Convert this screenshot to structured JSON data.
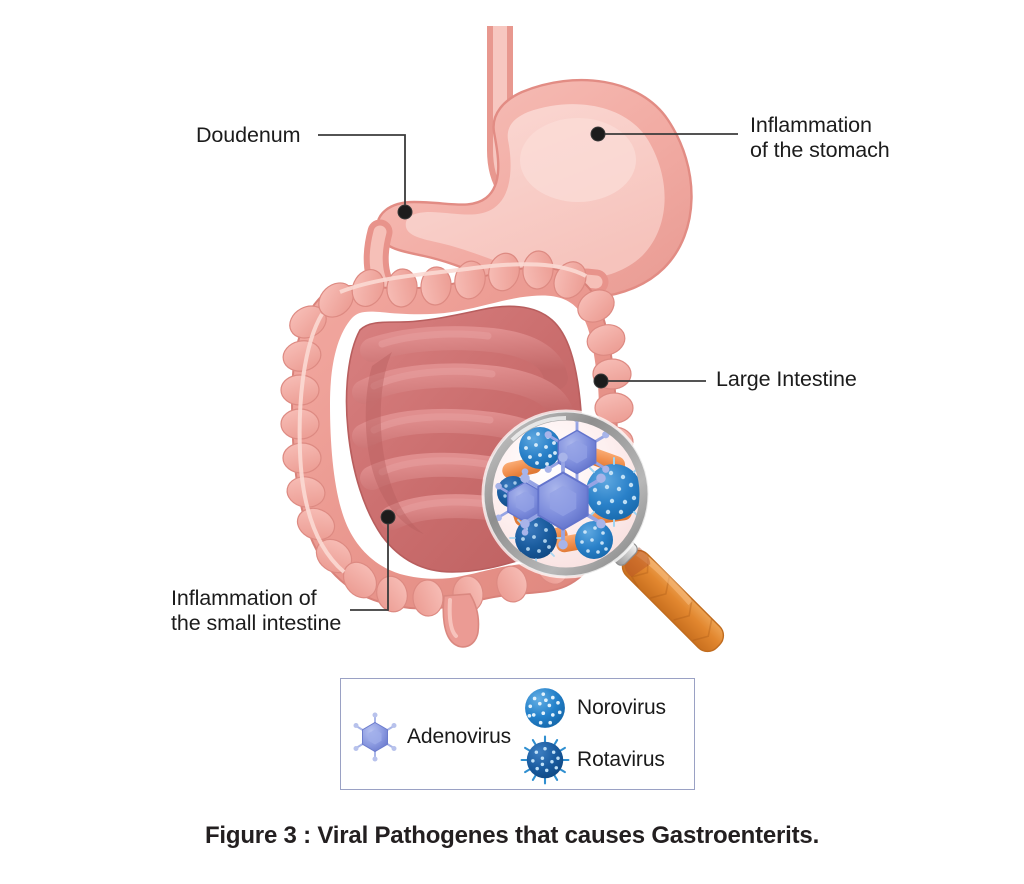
{
  "figure": {
    "caption": "Figure 3 : Viral Pathogenes that causes Gastroenterits.",
    "subject": "human digestive tract with magnifying glass on intestinal pathogens"
  },
  "callouts": [
    {
      "id": "duodenum",
      "label": "Doudenum",
      "marker_point": [
        405,
        212
      ],
      "leader": "right-then-down"
    },
    {
      "id": "stomach",
      "label": "Inflammation\nof the stomach",
      "marker_point": [
        598,
        134
      ],
      "leader": "horizontal"
    },
    {
      "id": "large-intestine",
      "label": "Large Intestine",
      "marker_point": [
        601,
        381
      ],
      "leader": "horizontal"
    },
    {
      "id": "small-intestine",
      "label": "Inflammation of\nthe small intestine",
      "marker_point": [
        388,
        517
      ],
      "leader": "down-then-left"
    }
  ],
  "legend": {
    "items": [
      {
        "id": "adenovirus",
        "label": "Adenovirus",
        "icon": "adenovirus-icon",
        "color": "#7b8ad8"
      },
      {
        "id": "norovirus",
        "label": "Norovirus",
        "icon": "norovirus-icon",
        "color": "#1e7fc8"
      },
      {
        "id": "rotavirus",
        "label": "Rotavirus",
        "icon": "rotavirus-icon",
        "color": "#1d5fa8"
      }
    ],
    "border_color": "#9aa1c4"
  },
  "anatomy": {
    "parts": [
      {
        "id": "esophagus",
        "name": "Esophagus",
        "color": "#f0a9a2"
      },
      {
        "id": "stomach",
        "name": "Stomach",
        "color": "#f4b3ad"
      },
      {
        "id": "duodenum",
        "name": "Duodenum",
        "color": "#f2aaa3"
      },
      {
        "id": "large-intestine",
        "name": "Large Intestine",
        "color": "#ea948c"
      },
      {
        "id": "small-intestine",
        "name": "Small Intestine",
        "color": "#cd7070"
      },
      {
        "id": "rectum",
        "name": "Rectum",
        "color": "#eb9b94"
      }
    ]
  },
  "magnifier": {
    "lens_fill": "#fdeeee",
    "rim_color": "#9b9b9b",
    "handle_color": "#e0872f",
    "contents": [
      {
        "type": "adenovirus",
        "count": 3,
        "color": "#6e7fd4"
      },
      {
        "type": "norovirus",
        "count": 4,
        "color": "#2a7fc4"
      },
      {
        "type": "rotavirus",
        "count": 2,
        "color": "#17548f"
      },
      {
        "type": "bacillus",
        "count": 5,
        "color": "#f0914e"
      }
    ]
  },
  "colors": {
    "text": "#1c1c1c",
    "caption": "#231f20",
    "leader_line": "#3b3b3b",
    "background": "#ffffff"
  }
}
